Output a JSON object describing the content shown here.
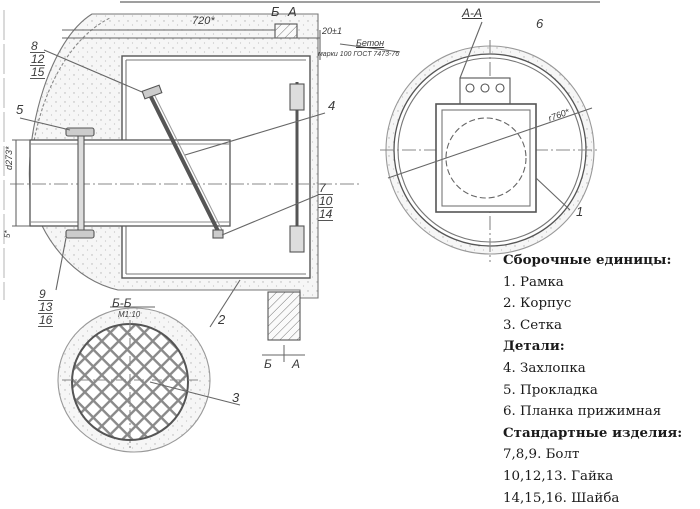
{
  "drawing": {
    "section_labels": {
      "top_b": "Б",
      "top_a": "А",
      "section_aa": "А-А",
      "section_bb": "Б-Б",
      "section_bb_scale": "М1:10",
      "bottom_b": "Б",
      "bottom_a": "А"
    },
    "dimensions": {
      "length": "720*",
      "gap": "20±1",
      "pipe_diameter": "d273*",
      "offset": "5*",
      "radius": "r760*"
    },
    "material_note": {
      "line1": "Бетон",
      "line2": "марки 100 ГОСТ 7473-76"
    },
    "callouts": {
      "c1": "1",
      "c2": "2",
      "c3": "3",
      "c4": "4",
      "c5": "5",
      "c6": "6",
      "stack_8": [
        "8",
        "12",
        "15"
      ],
      "stack_7": [
        "7",
        "10",
        "14"
      ],
      "stack_9": [
        "9",
        "13",
        "16"
      ]
    }
  },
  "legend": {
    "assembly_header": "Сборочные единицы:",
    "assembly_items": [
      "1. Рамка",
      "2. Корпус",
      "3. Сетка"
    ],
    "parts_header": "Детали:",
    "parts_items": [
      "4. Захлопка",
      "5. Прокладка",
      "6. Планка прижимная"
    ],
    "standard_header": "Стандартные изделия:",
    "standard_items": [
      "7,8,9. Болт",
      "10,12,13. Гайка",
      "14,15,16. Шайба"
    ]
  },
  "colors": {
    "line": "#555555",
    "concrete_fill": "#f1f1f1",
    "text": "#1a1a1a"
  }
}
